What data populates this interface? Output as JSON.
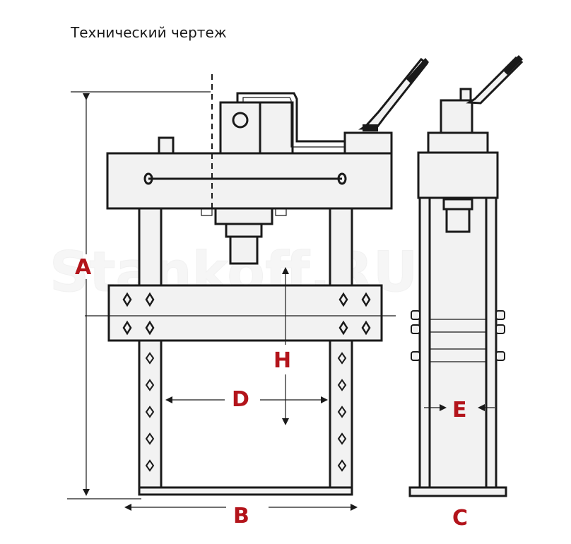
{
  "title": "Технический чертеж",
  "watermark": "Stankoff.RU",
  "accent_color": "#b3141b",
  "line_color": "#1a1a1a",
  "dimensions": {
    "A": "A",
    "B": "B",
    "C": "C",
    "D": "D",
    "E": "E",
    "H": "H"
  }
}
